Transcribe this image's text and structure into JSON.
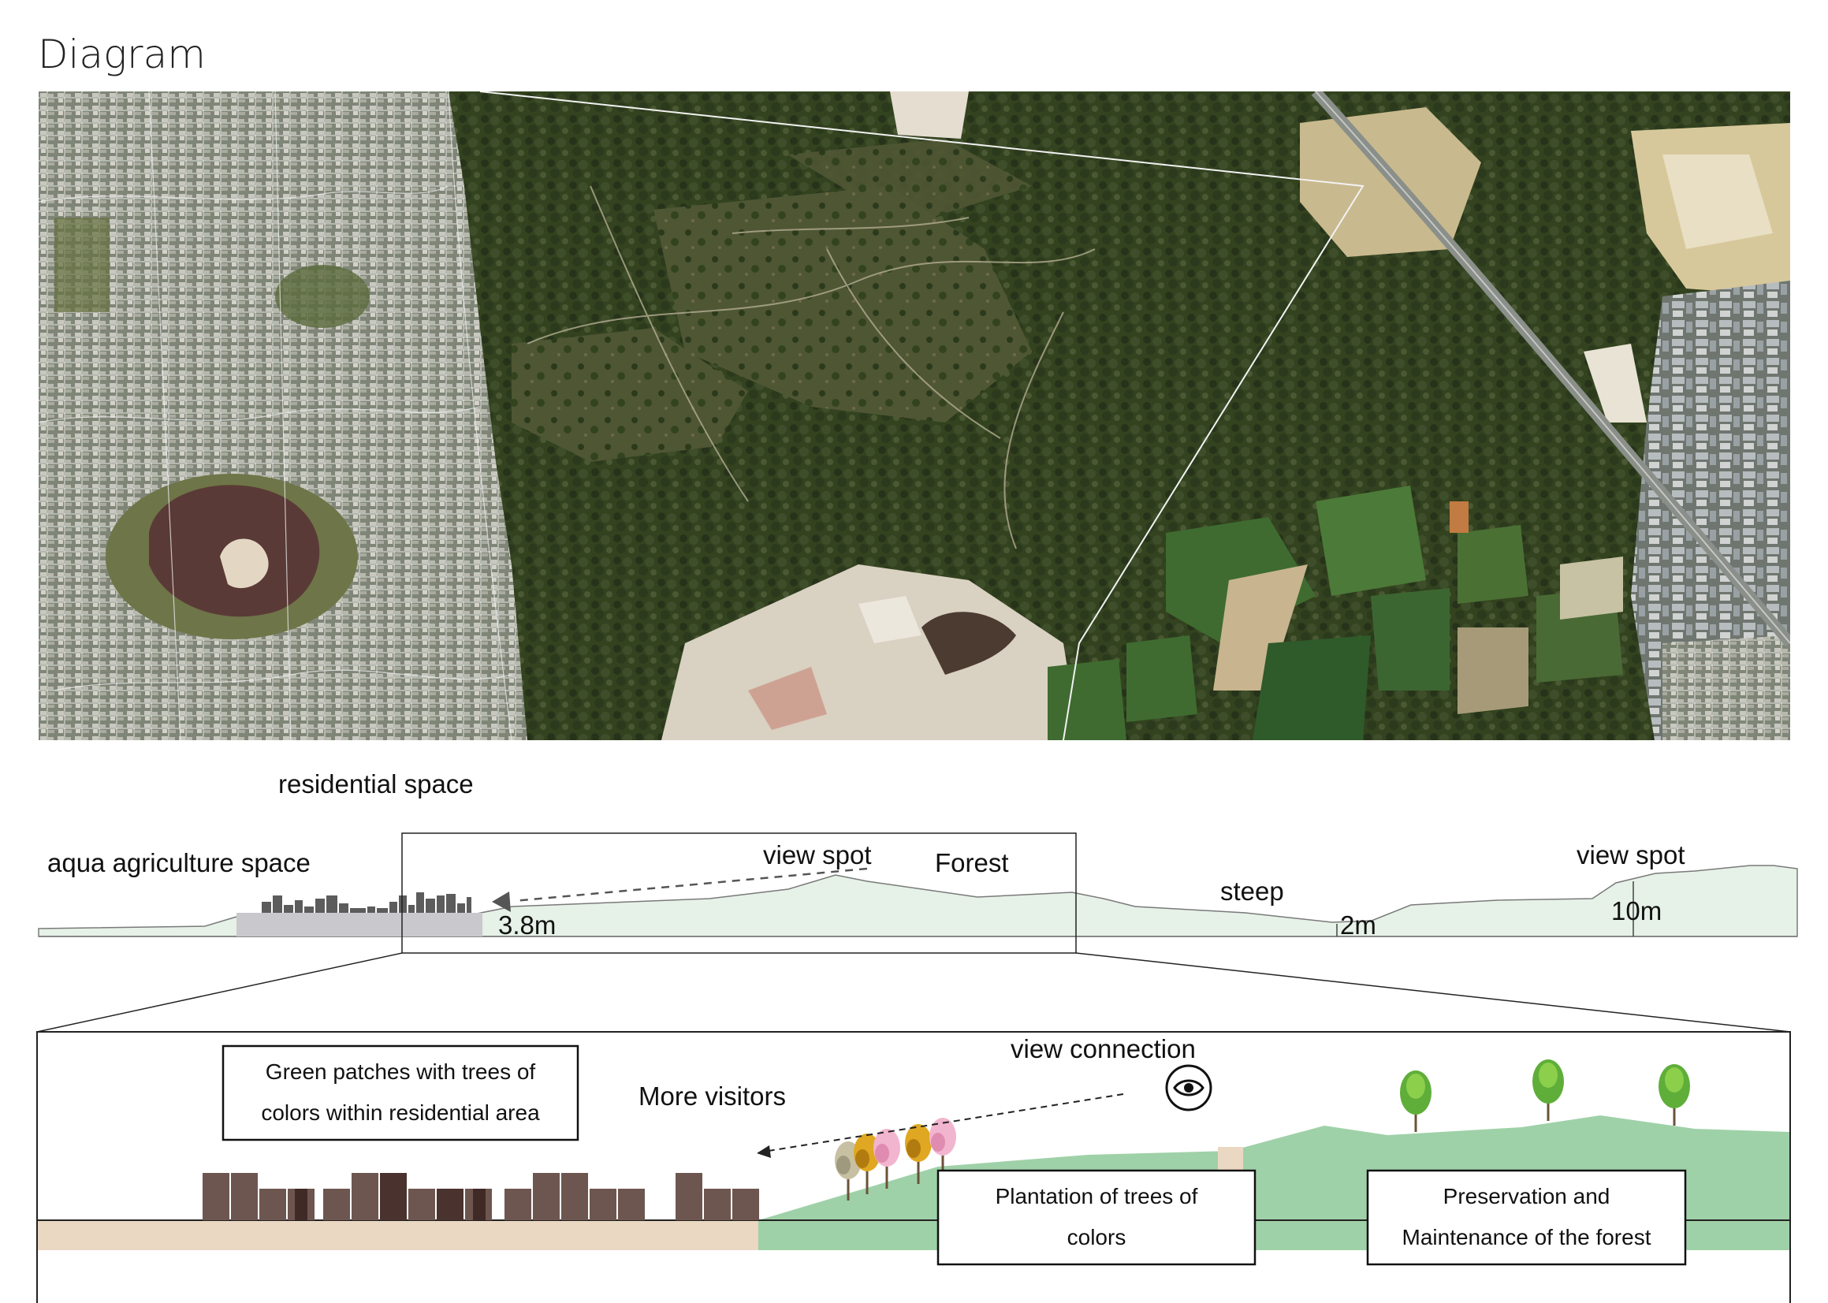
{
  "title": "Diagram",
  "colors": {
    "forest_dark": "#2f3d22",
    "forest_mid": "#45552f",
    "urban": "#8e958a",
    "quarry": "#d9d1c2",
    "lake": "#5a3a36",
    "field_green": "#3f6b30",
    "profile_fill": "#e6f1e7",
    "residential_fill": "#c9c9cd",
    "section_green": "#9fd1a8",
    "sand": "#ebd8c2",
    "building": "#6e5650",
    "building_dark": "#3f2a26"
  },
  "profile": {
    "residential_label": "residential space",
    "aqua_label": "aqua agriculture space",
    "view_spot_label_1": "view spot",
    "forest_label": "Forest",
    "steep_label": "steep",
    "view_spot_label_2": "view spot",
    "height_1": "3.8m",
    "height_2": "2m",
    "height_3": "10m"
  },
  "section": {
    "box_green_patches": [
      "Green patches with trees of",
      "colors within residential area"
    ],
    "more_visitors": "More visitors",
    "view_connection": "view connection",
    "box_plantation": [
      "Plantation of trees of",
      "colors"
    ],
    "box_preservation": [
      "Preservation and",
      "Maintenance of the forest"
    ],
    "eye_icon": "eye-icon",
    "tree_icon": "tree-icon"
  }
}
